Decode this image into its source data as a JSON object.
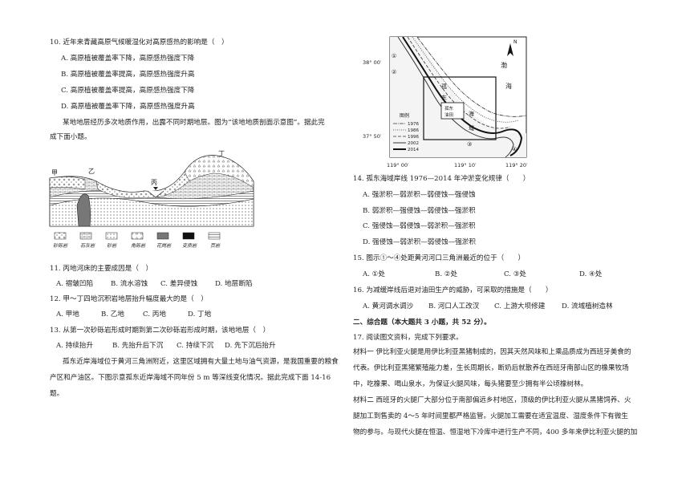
{
  "left": {
    "q10": {
      "stem": "10. 近年来青藏高原气候暖湿化对高原感热的影响是（　）",
      "options": [
        "A. 高原植被覆盖率下降，高原感热强度下降",
        "B. 高原植被覆盖率提高，高原感热强度升高",
        "C. 高原植被覆盖率提高，高原感热强度下降",
        "D. 高原植被覆盖率下降，高原感热强度升高"
      ]
    },
    "intro1_line1": "某地地层经历多次地质作用，出露不同时期地层。图为“该地地质剖面示意图”。据此完",
    "intro1_line2": "成下面小题。",
    "fig1": {
      "labels": {
        "jia": "甲",
        "yi": "乙",
        "bing": "丙",
        "ding": "丁"
      },
      "legend": [
        "砂砾岩",
        "石灰岩",
        "砂岩",
        "角砾岩",
        "花岗岩",
        "变质岩",
        "页岩"
      ]
    },
    "q11": {
      "stem": "11. 丙地河床的主要成因是（　）",
      "options": [
        "A. 褶皱凹陷",
        "B. 流水溶蚀",
        "C. 差异侵蚀",
        "D. 地层断陷"
      ]
    },
    "q12": {
      "stem": "12. 甲～丁四地沉积岩地层抬升幅度最大的是（　）",
      "options": [
        "A. 甲地",
        "B. 乙地",
        "C. 丙地",
        "D. 丁地"
      ]
    },
    "q13": {
      "stem": "13. 从第一次砂砾岩形成时期到第二次砂砾岩形成时期，该地地层（　）",
      "options": [
        "A. 持续抬升",
        "B. 先抬升后下沉",
        "C. 持续下沉",
        "D. 先下沉后抬升"
      ]
    },
    "intro2_line1": "孤东近岸海域位于黄河三角洲附近，这里区域拥有大量土地与油气资源，是我国重要的粮食",
    "intro2_line2": "产区和产油区。下图示意孤东近岸海域不同年份 5 m 等深线变化情况。据此完成下面 14-16",
    "intro2_line3": "题。"
  },
  "right": {
    "map": {
      "lat_top": "38° 00′",
      "lat_bottom": "37° 50′",
      "lon_left": "119° 00′",
      "lon_mid": "119° 10′",
      "lon_right": "119° 20′",
      "north": "N",
      "sea": [
        "渤",
        "海"
      ],
      "area": [
        "孤",
        "东",
        "海",
        "域"
      ],
      "oilfield": [
        "孤东",
        "油田"
      ],
      "legend_title": "图例",
      "years": [
        "1976",
        "1986",
        "1996",
        "2002",
        "2014"
      ],
      "points": [
        "①",
        "②",
        "③",
        "④"
      ]
    },
    "q14": {
      "stem": "14.  孤东海域岸线 1976—2014 年冲淤变化规律（　　）",
      "options": [
        "A.  强淤积—弱淤积—弱侵蚀—强侵蚀",
        "B.  弱淤积—强侵蚀—弱侵蚀—强淤积",
        "C.  强侵蚀—弱侵蚀—弱淤积—强淤积",
        "D.  强侵蚀—弱淤积—弱侵蚀—强淤积"
      ]
    },
    "q15": {
      "stem": "15.  图示①～④处距黄河河口三角洲最近的位于（　　）",
      "options": [
        "A.  ①处",
        "B.  ②处",
        "C.  ③处",
        "D.  ④处"
      ]
    },
    "q16": {
      "stem": "16.    为减缓岸线后退对油田生产的威胁，可采取的措施是（　　）",
      "options": [
        "A.  黄河调水调沙",
        "B.  河口人工改汊",
        "C.  上游大坝修建",
        "D.  流域植树造林"
      ]
    },
    "section2": "二、综合题（本大题共 3 小题，共 52 分）。",
    "q17": "17. 阅读图文资料，完成下列要求。",
    "m1_l1": "材料一  伊比利亚火腿是用伊比利亚黑猪制成的，因其天然风味和上乘品质成为西班牙美食的",
    "m1_l2": "代表。伊比利亚黑猪繁殖能力差，生长周期长，断奶后就散养在西班牙南部山区的橡果牧场",
    "m1_l3": "中，吃橡果、喝山泉水，为保证火腿风味，每头猪要至少拥有半公顷橡树林。",
    "m2_l1": "材料二  西班牙的火腿厂大部分位于南部偏远乡村地区，顶级的伊比利亚火腿从黑猪饲养、火",
    "m2_l2": "腿加工到售卖的 4～5 年时间里都严格监管。火腿加工需要在适宜温度、湿度条件下有微生",
    "m2_l3": "物的参与。与现代火腿在恒温、恒湿地下冷库中进行生产不同，400 多年来伊比利亚火腿的加"
  }
}
